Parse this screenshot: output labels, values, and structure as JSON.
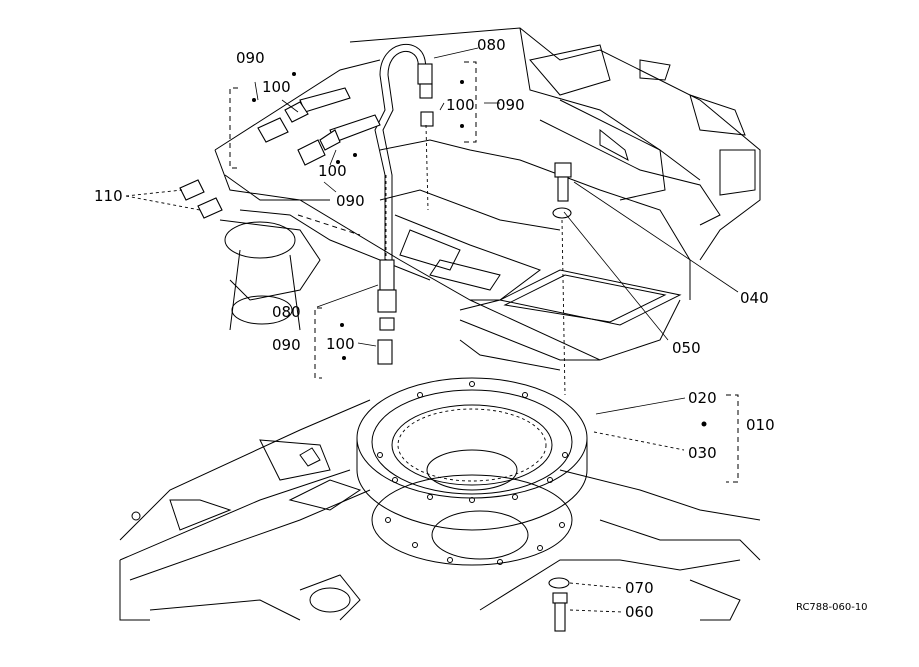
{
  "diagram": {
    "drawing_id": "RC788-060-10",
    "callouts": {
      "c_090_top_left": "090",
      "c_100_top_left": "100",
      "c_080_top": "080",
      "c_100_top_right": "100",
      "c_090_top_right": "090",
      "c_100_mid_left": "100",
      "c_090_mid_left": "090",
      "c_110": "110",
      "c_040": "040",
      "c_080_mid": "080",
      "c_050": "050",
      "c_090_lower": "090",
      "c_100_lower": "100",
      "c_020": "020",
      "c_010": "010",
      "c_030": "030",
      "c_070": "070",
      "c_060": "060"
    }
  }
}
